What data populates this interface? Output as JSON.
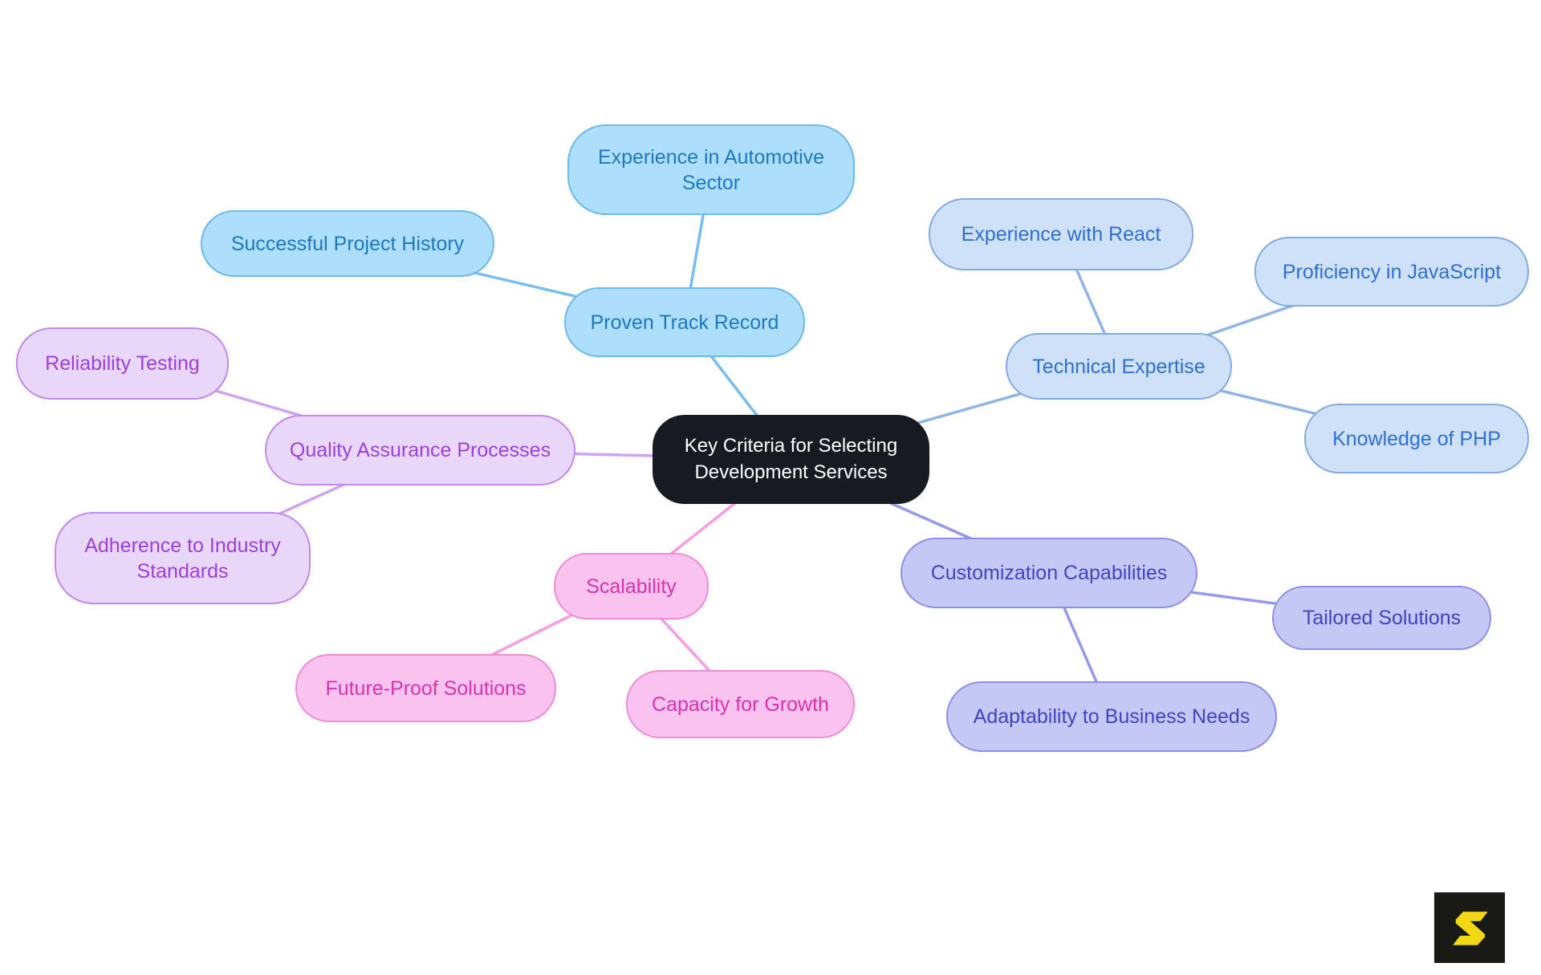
{
  "diagram": {
    "type": "mindmap",
    "title": "Key Criteria for Selecting Development Services"
  },
  "nodes": {
    "central": {
      "label": "Key Criteria for Selecting Development Services"
    },
    "proven": {
      "label": "Proven Track Record"
    },
    "successful": {
      "label": "Successful Project History"
    },
    "automotive": {
      "label": "Experience in Automotive Sector"
    },
    "technical": {
      "label": "Technical Expertise"
    },
    "react": {
      "label": "Experience with React"
    },
    "javascript": {
      "label": "Proficiency in JavaScript"
    },
    "php": {
      "label": "Knowledge of PHP"
    },
    "qa": {
      "label": "Quality Assurance Processes"
    },
    "reliability": {
      "label": "Reliability Testing"
    },
    "adherence": {
      "label": "Adherence to Industry Standards"
    },
    "scalability": {
      "label": "Scalability"
    },
    "future": {
      "label": "Future-Proof Solutions"
    },
    "capacity": {
      "label": "Capacity for Growth"
    },
    "customization": {
      "label": "Customization Capabilities"
    },
    "tailored": {
      "label": "Tailored Solutions"
    },
    "adaptability": {
      "label": "Adaptability to Business Needs"
    }
  },
  "branches": [
    {
      "parent": "central",
      "label": "Proven Track Record",
      "children": [
        "Successful Project History",
        "Experience in Automotive Sector"
      ]
    },
    {
      "parent": "central",
      "label": "Technical Expertise",
      "children": [
        "Experience with React",
        "Proficiency in JavaScript",
        "Knowledge of PHP"
      ]
    },
    {
      "parent": "central",
      "label": "Quality Assurance Processes",
      "children": [
        "Reliability Testing",
        "Adherence to Industry Standards"
      ]
    },
    {
      "parent": "central",
      "label": "Scalability",
      "children": [
        "Future-Proof Solutions",
        "Capacity for Growth"
      ]
    },
    {
      "parent": "central",
      "label": "Customization Capabilities",
      "children": [
        "Tailored Solutions",
        "Adaptability to Business Needs"
      ]
    }
  ],
  "logo": {
    "glyph": "S"
  },
  "colors": {
    "bg": "#ffffff",
    "central-fill": "#171a20",
    "central-text": "#ffffff",
    "blue-fill": "#addefb",
    "blue-border": "#6db9ee",
    "blue-text": "#1d78c2",
    "blue-line": "#79bcf0",
    "pale-fill": "#cee1f8",
    "pale-border": "#83abe0",
    "pale-text": "#2e6fd0",
    "pale-line": "#90b4e8",
    "lav-fill": "#e9d7f9",
    "lav-border": "#c289ec",
    "lav-text": "#9c3fe0",
    "lav-line": "#cfa3f1",
    "pink-fill": "#fac2ee",
    "pink-border": "#ef8cd9",
    "pink-text": "#d734ab",
    "pink-line": "#f79ce1",
    "peri-fill": "#c5c7f4",
    "peri-border": "#8c90e6",
    "peri-text": "#4145bd",
    "peri-line": "#9499ea",
    "logo-bg": "#191a16",
    "logo-glyph": "#f2d713"
  }
}
